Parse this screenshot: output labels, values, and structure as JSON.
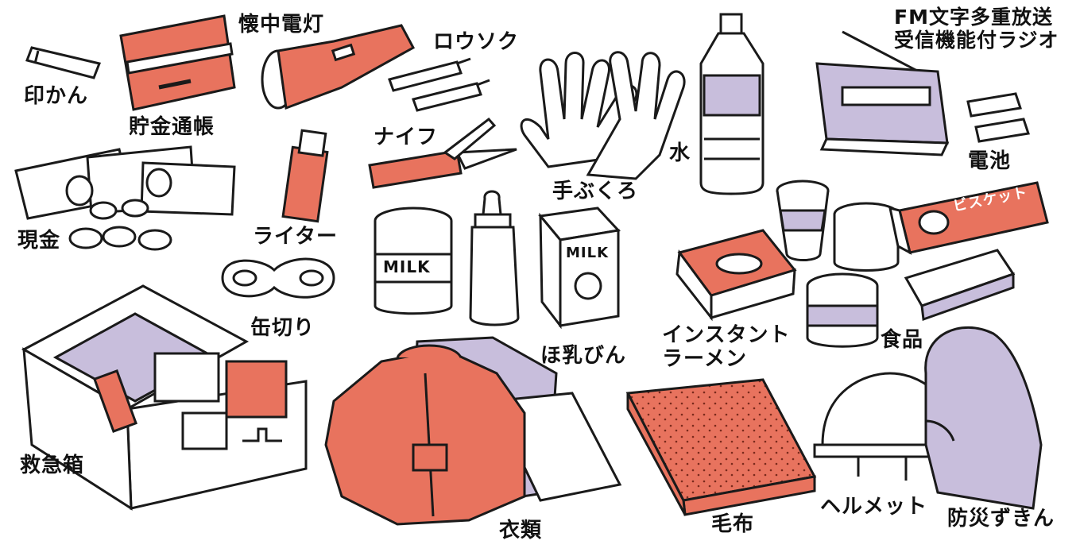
{
  "colors": {
    "accent": "#e8735e",
    "accent_light": "#f4a593",
    "lavender": "#c8bedc",
    "outline": "#1a1a1a",
    "paper": "#ffffff"
  },
  "labels": {
    "seal": "印かん",
    "bankbook": "貯金通帳",
    "flashlight": "懐中電灯",
    "candle": "ロウソク",
    "gloves": "手ぶくろ",
    "water": "水",
    "radio_line1": "FM文字多重放送",
    "radio_line2": "受信機能付ラジオ",
    "battery": "電池",
    "cash": "現金",
    "knife": "ナイフ",
    "lighter": "ライター",
    "can_opener": "缶切り",
    "baby_bottle": "ほ乳びん",
    "instant_ramen_line1": "インスタント",
    "instant_ramen_line2": "ラーメン",
    "food": "食品",
    "first_aid_kit": "救急箱",
    "clothing": "衣類",
    "blanket": "毛布",
    "helmet": "ヘルメット",
    "hood": "防災ずきん",
    "milk_text": "MILK",
    "biscuit_text": "ビスケット"
  }
}
